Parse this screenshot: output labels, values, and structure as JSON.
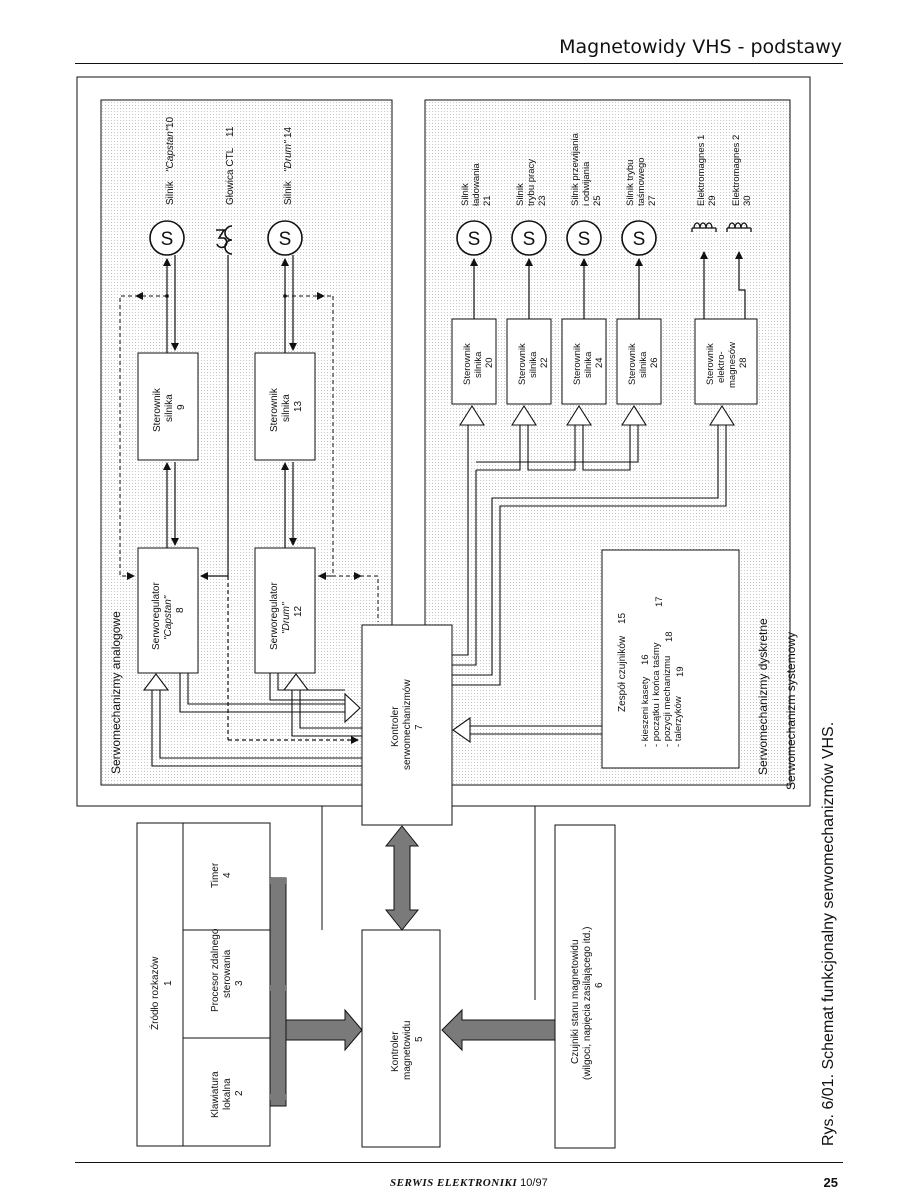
{
  "header": {
    "title": "Magnetowidy VHS - podstawy"
  },
  "footer": {
    "magazine": "SERWIS ELEKTRONIKI",
    "issue": "10/97",
    "page": "25"
  },
  "caption": "Rys. 6/01. Schemat funkcjonalny serwomechanizmów VHS.",
  "sections": {
    "analog": "Serwomechanizmy analogowe",
    "discrete": "Serwomechanizmy dyskretne",
    "system": "Serwomechanizm systemowy"
  },
  "blocks": {
    "source": {
      "title": "Źródło rozkazów",
      "num": "1"
    },
    "keyboard": {
      "l1": "Klawiatura",
      "l2": "lokalna",
      "num": "2"
    },
    "remote": {
      "l1": "Procesor zdalnego",
      "l2": "sterowania",
      "num": "3"
    },
    "timer": {
      "l1": "Timer",
      "num": "4"
    },
    "vcr_ctrl": {
      "l1": "Kontroler",
      "l2": "magnetowidu",
      "num": "5"
    },
    "sensors6": {
      "l1": "Czujniki stanu magnetowidu",
      "l2": "(wilgoci, napięcia zasilającego itd.)",
      "num": "6"
    },
    "servo_ctrl": {
      "l1": "Kontroler",
      "l2": "serwomechanizmów",
      "num": "7"
    },
    "sr_capstan": {
      "l1": "Serworegulator",
      "l2": "\"Capstan\"",
      "num": "8"
    },
    "drv9": {
      "l1": "Sterownik",
      "l2": "silnika",
      "num": "9"
    },
    "sr_drum": {
      "l1": "Serworegulator",
      "l2": "\"Drum\"",
      "num": "12"
    },
    "drv13": {
      "l1": "Sterownik",
      "l2": "silnika",
      "num": "13"
    },
    "sensor_set": {
      "title": "Zespół czujników",
      "num": "15",
      "i1": "- kieszeni kasety",
      "n1": "16",
      "i2": "- początku i końca taśmy",
      "n2": "17",
      "i3": "- pozycji mechanizmu",
      "n3": "18",
      "i4": "- talerzyków",
      "n4": "19"
    },
    "drv20": {
      "l1": "Sterownik",
      "l2": "silnika",
      "num": "20"
    },
    "drv22": {
      "l1": "Sterownik",
      "l2": "silnika",
      "num": "22"
    },
    "drv24": {
      "l1": "Sterownik",
      "l2": "silnika",
      "num": "24"
    },
    "drv26": {
      "l1": "Sterownik",
      "l2": "silnika",
      "num": "26"
    },
    "drv28": {
      "l1": "Sterownik",
      "l2": "elektro-",
      "l3": "magnesów",
      "num": "28"
    }
  },
  "motors": {
    "m10": {
      "symbol": "S",
      "label": "Silnik",
      "name": "\"Capstan\"",
      "num": "10"
    },
    "ctl": {
      "label": "Głowica CTL",
      "num": "11"
    },
    "m14": {
      "symbol": "S",
      "label": "Silnik",
      "name": "\"Drum\"",
      "num": "14"
    },
    "m21": {
      "symbol": "S",
      "l1": "Silnik",
      "l2": "ładowania",
      "num": "21"
    },
    "m23": {
      "symbol": "S",
      "l1": "Silnik",
      "l2": "trybu pracy",
      "num": "23"
    },
    "m25": {
      "symbol": "S",
      "l1": "Silnik przewijania",
      "l2": "i odwijania",
      "num": "25"
    },
    "m27": {
      "symbol": "S",
      "l1": "Silnik trybu",
      "l2": "taśmowego",
      "num": "27"
    },
    "e29": {
      "label": "Elektromagnes 1",
      "num": "29"
    },
    "e30": {
      "label": "Elektromagnes 2",
      "num": "30"
    }
  }
}
